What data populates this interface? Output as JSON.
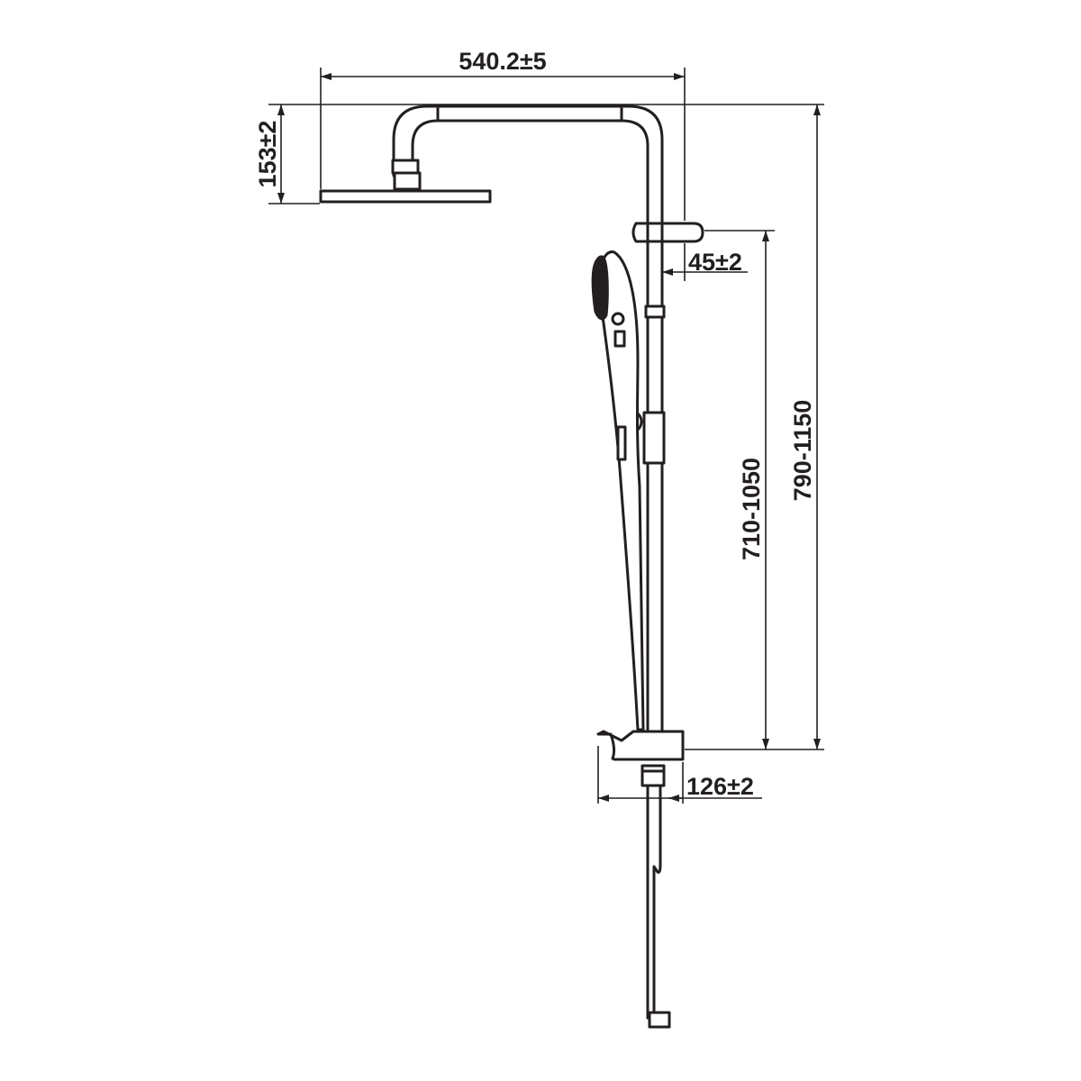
{
  "dimensions": {
    "arm_width": "540.2±5",
    "head_height": "153±2",
    "bracket_offset": "45±2",
    "slide_range": "710-1050",
    "overall_range": "790-1150",
    "shelf_depth": "126±2"
  },
  "colors": {
    "line": "#231f20",
    "background": "#ffffff"
  }
}
